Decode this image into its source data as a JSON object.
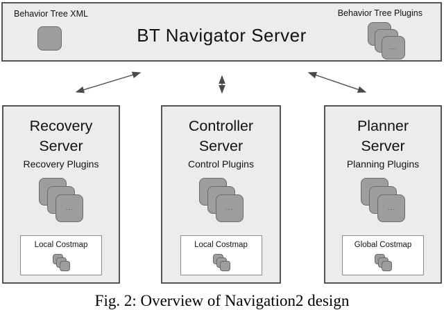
{
  "top_bar": {
    "title": "BT Navigator Server",
    "left_label": "Behavior Tree XML",
    "right_label": "Behavior Tree Plugins",
    "stack_ellipsis": "..."
  },
  "servers": [
    {
      "title_line1": "Recovery",
      "title_line2": "Server",
      "subtitle": "Recovery Plugins",
      "costmap_label": "Local Costmap",
      "stack_ellipsis": "..."
    },
    {
      "title_line1": "Controller",
      "title_line2": "Server",
      "subtitle": "Control Plugins",
      "costmap_label": "Local Costmap",
      "stack_ellipsis": "..."
    },
    {
      "title_line1": "Planner",
      "title_line2": "Server",
      "subtitle": "Planning Plugins",
      "costmap_label": "Global Costmap",
      "stack_ellipsis": "..."
    }
  ],
  "caption": "Fig. 2: Overview of Navigation2 design",
  "colors": {
    "panel_fill": "#ececec",
    "panel_border": "#545454",
    "icon_fill": "#9d9d9d",
    "icon_border": "#6a6a6a",
    "arrow": "#4a4a4a"
  }
}
